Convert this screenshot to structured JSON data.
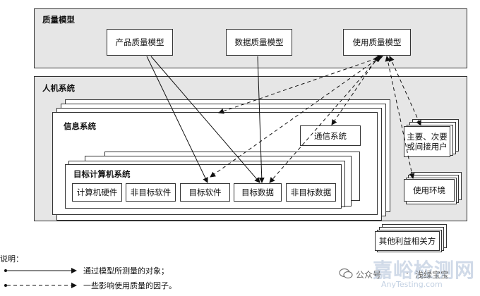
{
  "quality_model": {
    "title": "质量模型",
    "product_model": "产品质量模型",
    "data_model": "数据质量模型",
    "usage_model": "使用质量模型"
  },
  "hci_system": {
    "title": "人机系统",
    "info_system": {
      "title": "信息系统",
      "comm_system": "通信系统",
      "target_computer_system": {
        "title": "目标计算机系统",
        "hardware": "计算机硬件",
        "non_target_software": "非目标软件",
        "target_software": "目标软件",
        "target_data": "目标数据",
        "non_target_data": "非目标数据"
      }
    }
  },
  "external": {
    "users": "主要、次要\n或间接用户",
    "environment": "使用环境",
    "stakeholders": "其他利益相关方"
  },
  "legend": {
    "title": "说明：",
    "solid": "通过模型所测量的对象；",
    "dashed": "一些影响使用质量的因子。"
  },
  "watermark": {
    "account_prefix": "公众号",
    "account_name": "浅绿宝宝",
    "brand": "嘉峪检测网",
    "domain": "AnyTesting.com"
  }
}
